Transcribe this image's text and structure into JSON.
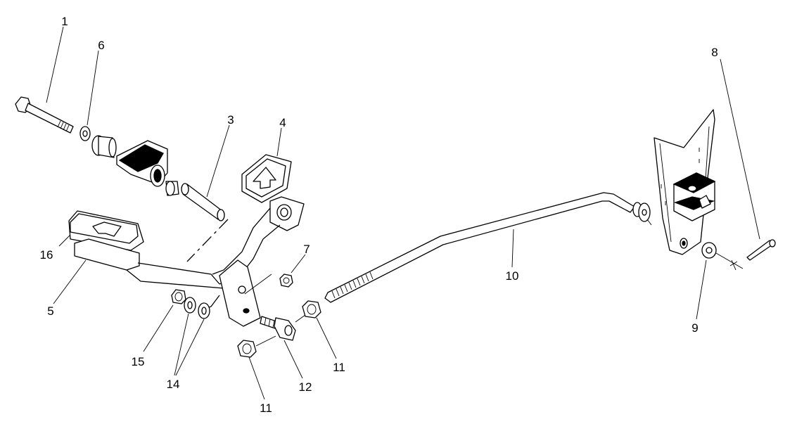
{
  "callouts": {
    "c1": "1",
    "c6": "6",
    "c3": "3",
    "c4": "4",
    "c16": "16",
    "c5": "5",
    "c7": "7",
    "c15": "15",
    "c14": "14",
    "c11a": "11",
    "c12": "12",
    "c11b": "11",
    "c10": "10",
    "c8": "8",
    "c9": "9"
  }
}
